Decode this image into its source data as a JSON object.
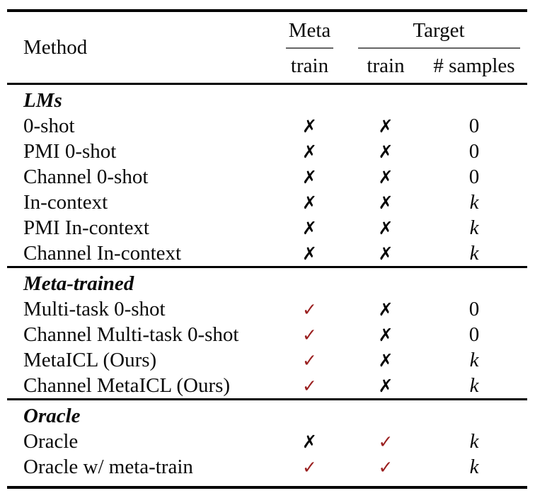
{
  "colors": {
    "background": "#ffffff",
    "text": "#0a0a0a",
    "check": "#9a1f1f",
    "cross": "#000000"
  },
  "header": {
    "method": "Method",
    "meta_group": "Meta",
    "target_group": "Target",
    "meta_sub": "train",
    "target_train_sub": "train",
    "target_samples_sub": "# samples"
  },
  "sections": [
    {
      "title": "LMs",
      "rows": [
        {
          "method": "0-shot",
          "meta_train": "✗",
          "target_train": "✗",
          "samples": "0"
        },
        {
          "method": "PMI 0-shot",
          "meta_train": "✗",
          "target_train": "✗",
          "samples": "0"
        },
        {
          "method": "Channel 0-shot",
          "meta_train": "✗",
          "target_train": "✗",
          "samples": "0"
        },
        {
          "method": "In-context",
          "meta_train": "✗",
          "target_train": "✗",
          "samples": "k"
        },
        {
          "method": "PMI In-context",
          "meta_train": "✗",
          "target_train": "✗",
          "samples": "k"
        },
        {
          "method": "Channel In-context",
          "meta_train": "✗",
          "target_train": "✗",
          "samples": "k"
        }
      ]
    },
    {
      "title": "Meta-trained",
      "rows": [
        {
          "method": "Multi-task 0-shot",
          "meta_train": "✓",
          "target_train": "✗",
          "samples": "0"
        },
        {
          "method": "Channel Multi-task 0-shot",
          "meta_train": "✓",
          "target_train": "✗",
          "samples": "0"
        },
        {
          "method": "MetaICL (Ours)",
          "meta_train": "✓",
          "target_train": "✗",
          "samples": "k"
        },
        {
          "method": "Channel MetaICL (Ours)",
          "meta_train": "✓",
          "target_train": "✗",
          "samples": "k"
        }
      ]
    },
    {
      "title": "Oracle",
      "rows": [
        {
          "method": "Oracle",
          "meta_train": "✗",
          "target_train": "✓",
          "samples": "k"
        },
        {
          "method": "Oracle w/ meta-train",
          "meta_train": "✓",
          "target_train": "✓",
          "samples": "k"
        }
      ]
    }
  ]
}
